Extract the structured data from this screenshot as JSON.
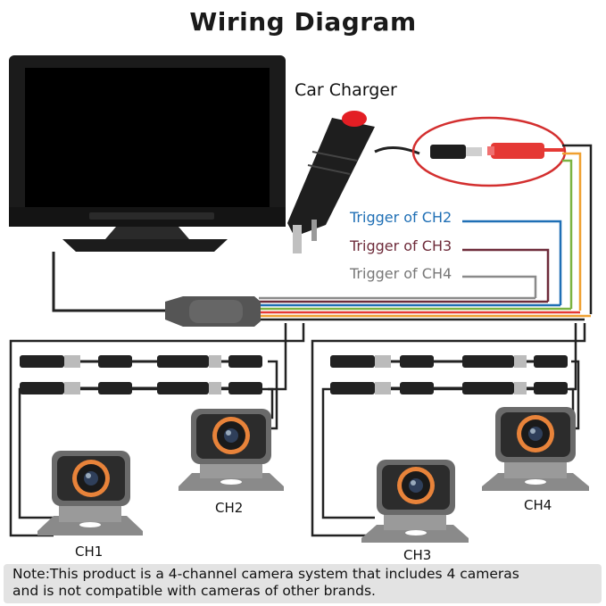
{
  "title": "Wiring Diagram",
  "car_charger_label": "Car Charger",
  "triggers": {
    "ch2": "Trigger of CH2",
    "ch3": "Trigger of CH3",
    "ch4": "Trigger of CH4"
  },
  "channels": {
    "ch1": "CH1",
    "ch2": "CH2",
    "ch3": "CH3",
    "ch4": "CH4"
  },
  "note": {
    "line1": "Note:This product is a 4-channel camera system that includes 4 cameras",
    "line2": "and is not compatible with cameras of other brands."
  },
  "colors": {
    "trigger_ch2": "#1f6fb5",
    "trigger_ch3": "#6e2b3a",
    "trigger_ch4": "#8a8a8a",
    "power_red": "#e53935",
    "highlight_circle": "#d32f2f",
    "wire_green": "#7cb342",
    "wire_orange": "#f0a030"
  }
}
